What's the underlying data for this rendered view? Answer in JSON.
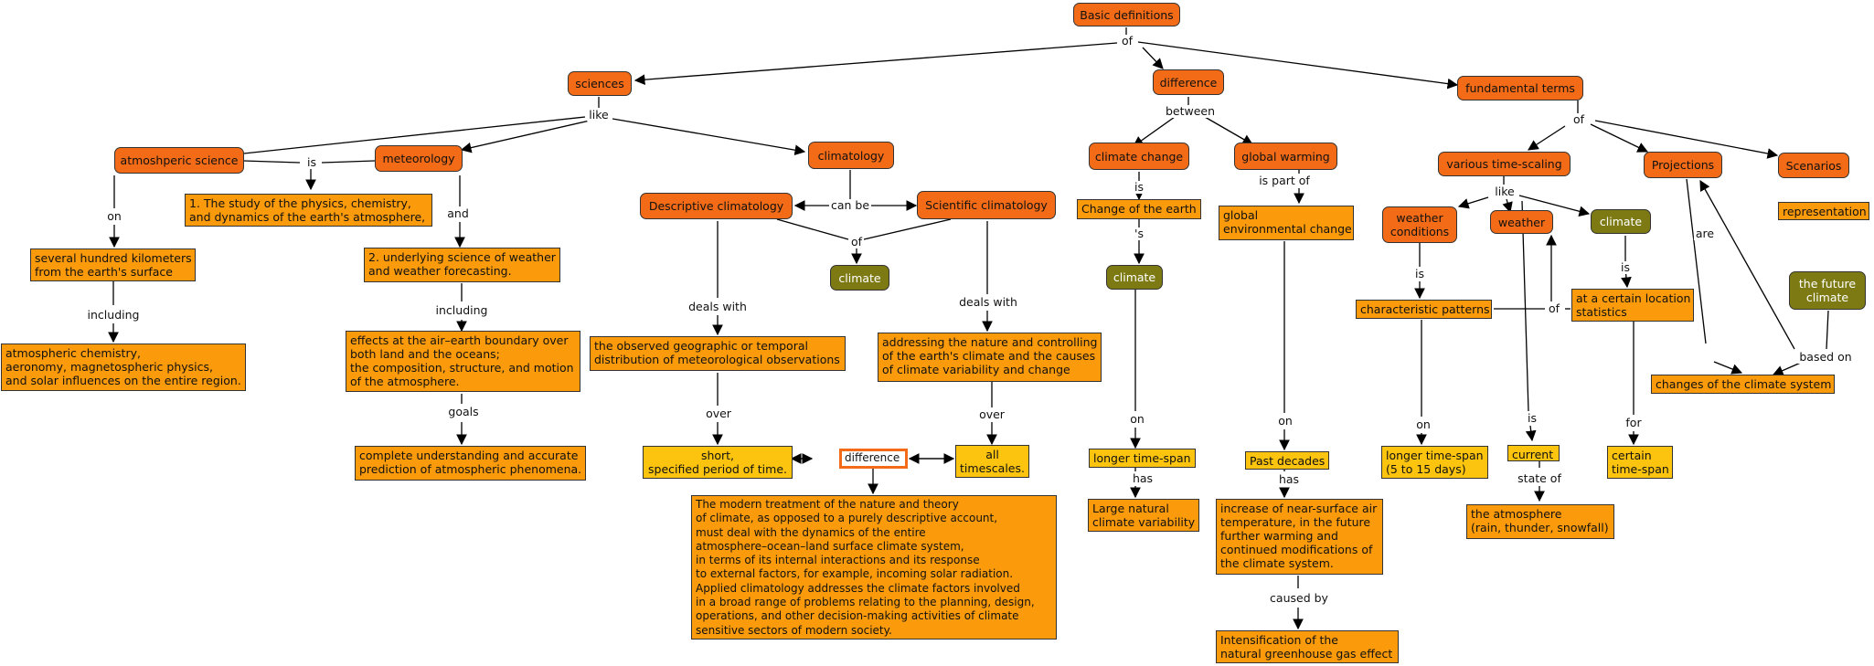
{
  "nodes": {
    "basic_definitions": "Basic definitions",
    "sciences": "sciences",
    "difference": "difference",
    "fundamental_terms": "fundamental terms",
    "atmospheric_science": "atmoshperic science",
    "meteorology": "meteorology",
    "climatology": "climatology",
    "def_1": "1. The study of the physics, chemistry,\nand dynamics of the earth's atmosphere,",
    "def_2": "2. underlying science of weather\nand weather forecasting.",
    "several_hundred_km": "several hundred kilometers\nfrom the earth's surface",
    "atmospheric_chemistry": "atmospheric chemistry,\naeronomy, magnetospheric physics,\nand solar influences on the entire region.",
    "effects_boundary": "effects at the air–earth boundary over\nboth land and the oceans;\nthe composition, structure, and motion\nof the atmosphere.",
    "complete_understanding": "complete understanding and accurate\nprediction of atmospheric phenomena.",
    "descriptive_climatology": "Descriptive climatology",
    "scientific_climatology": "Scientific climatology",
    "climate_center": "climate",
    "observed_distribution": "the observed geographic or temporal\ndistribution of meteorological observations",
    "addressing_nature": "addressing the nature and controlling\nof the earth's climate and the causes\nof climate variability and change",
    "short_period": "short,\nspecified period of time.",
    "difference_small": "difference",
    "all_timescales": "all\ntimescales.",
    "modern_treatment": "The modern treatment of the nature and theory\nof climate, as opposed to a purely descriptive account,\nmust deal with the dynamics of the entire\natmosphere–ocean–land surface climate system,\nin terms of its internal interactions and its response\nto external factors, for example, incoming solar radiation.\nApplied climatology addresses the climate factors involved\nin a broad range of problems relating to the planning, design,\noperations, and other decision-making activities of climate\nsensitive sectors of modern society.",
    "climate_change": "climate change",
    "global_warming": "global warming",
    "change_of_earth": "Change of the earth",
    "climate_mid": "climate",
    "global_env_change": "global\nenvironmental change",
    "longer_time_span": "longer time-span",
    "large_natural_var": "Large natural\nclimate variability",
    "past_decades": "Past decades",
    "increase_temp": "increase of near-surface air\ntemperature, in the future\nfurther warming and\ncontinued modifications of\nthe climate system.",
    "intensification": "Intensification of the\nnatural greenhouse gas effect",
    "various_time_scaling": "various time-scaling",
    "projections": "Projections",
    "scenarios": "Scenarios",
    "representation": "representation",
    "weather_conditions": "weather\nconditions",
    "weather": "weather",
    "climate_right": "climate",
    "the_future_climate": "the future\nclimate",
    "characteristic_patterns": "characteristic patterns",
    "certain_location": "at a certain location\nstatistics",
    "changes_climate_system": "changes of the climate system",
    "longer_time_span_days": "longer time-span\n(5 to 15 days)",
    "current": "current",
    "certain_time_span": "certain\ntime-span",
    "the_atmosphere": "the atmosphere\n(rain, thunder, snowfall)"
  },
  "links": {
    "of_top": "of",
    "like_sciences": "like",
    "between": "between",
    "of_fundamental": "of",
    "is_def": "is",
    "on_atm": "on",
    "and_met": "and",
    "including_1": "including",
    "including_2": "including",
    "goals": "goals",
    "can_be": "can be",
    "of_climate": "of",
    "deals_with_1": "deals with",
    "deals_with_2": "deals with",
    "over_1": "over",
    "over_2": "over",
    "is_cc": "is",
    "s_possessive": "'s",
    "is_part_of": "is part of",
    "on_cc": "on",
    "has_cc": "has",
    "on_gw": "on",
    "has_gw": "has",
    "caused_by": "caused by",
    "like_time": "like",
    "is_wc": "is",
    "of_char": "of",
    "is_climate": "is",
    "on_wc": "on",
    "is_weather": "is",
    "state_of": "state of",
    "for": "for",
    "are": "are",
    "based_on": "based on"
  }
}
